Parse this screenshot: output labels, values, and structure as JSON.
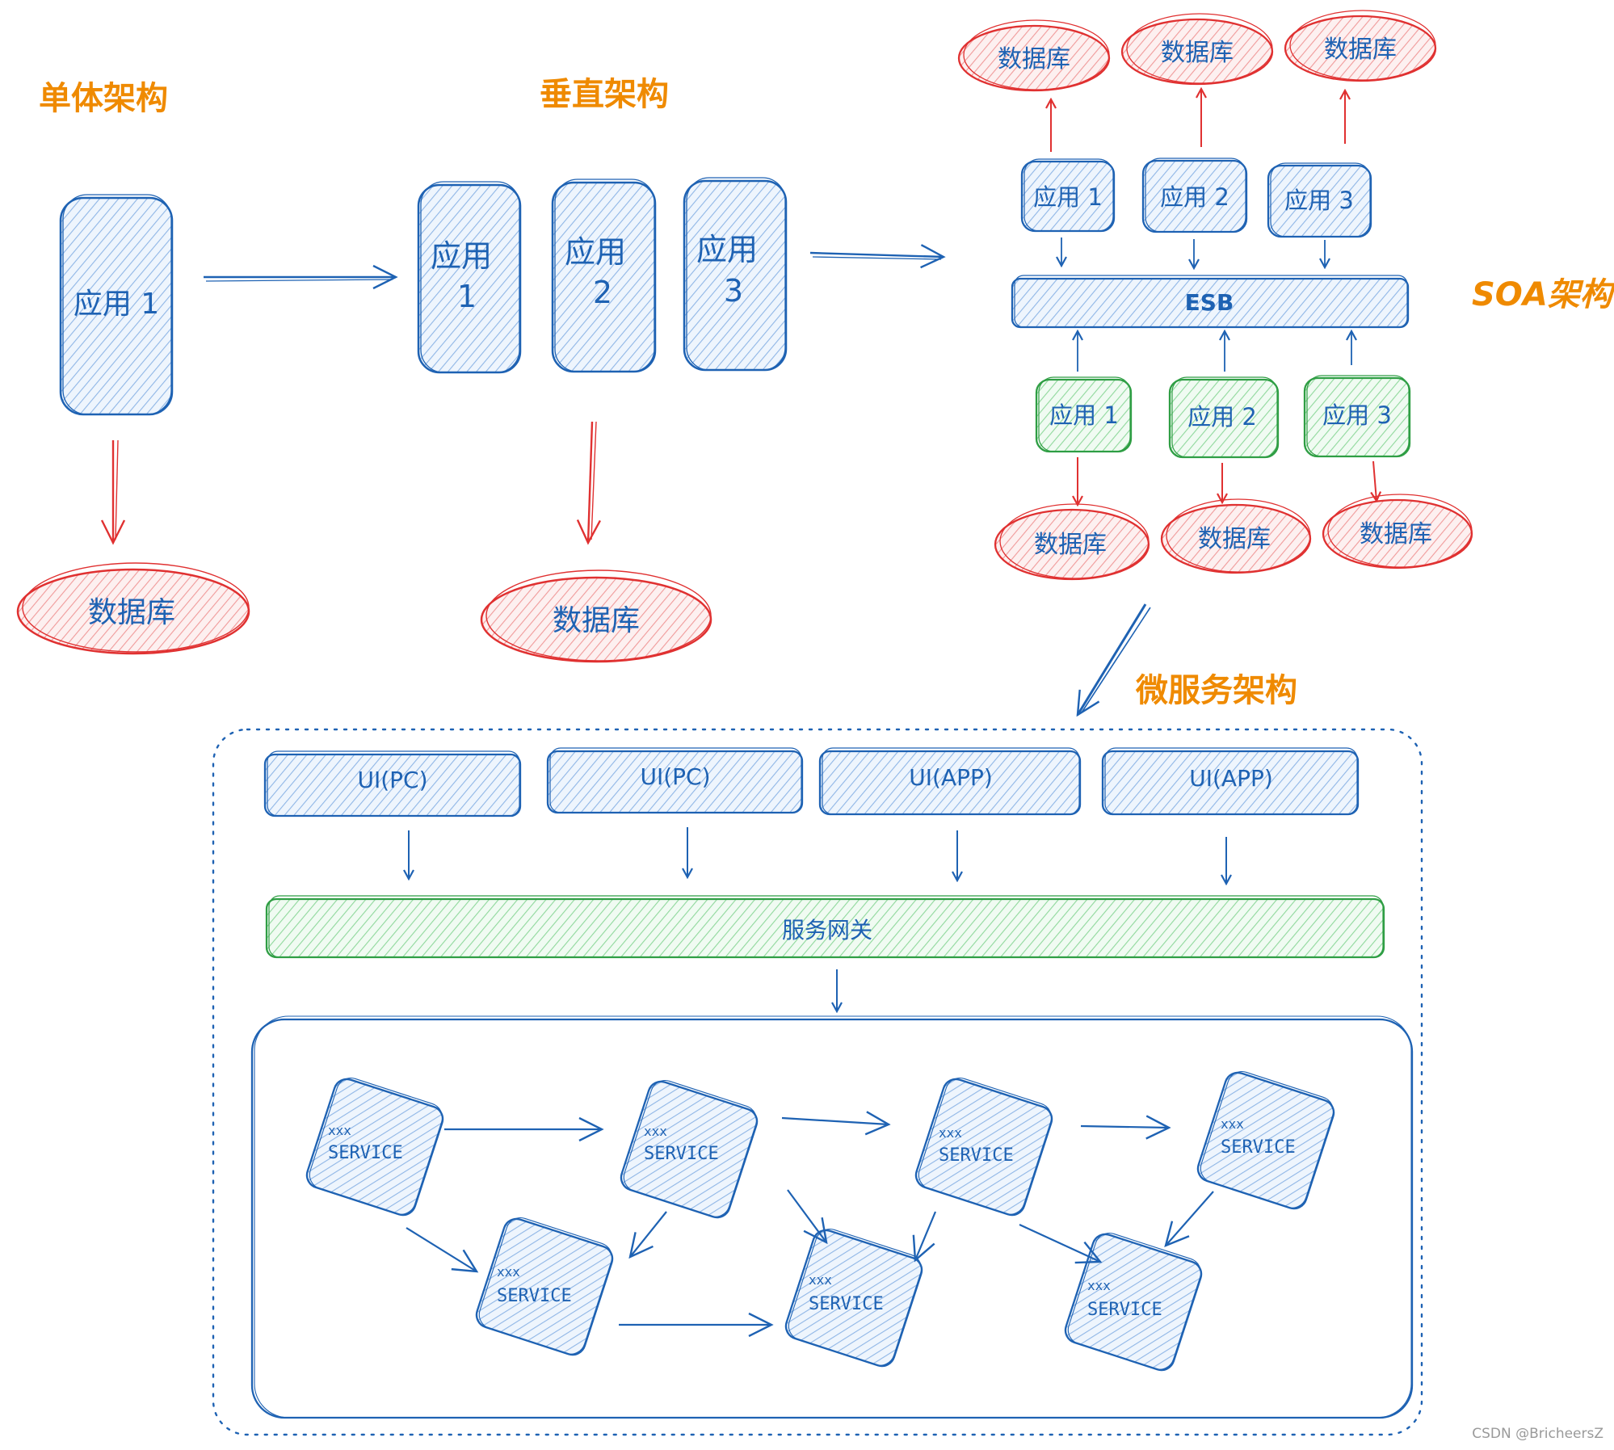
{
  "titles": {
    "monolith": "单体架构",
    "vertical": "垂直架构",
    "soa": "SOA架构",
    "microservice": "微服务架构"
  },
  "monolith": {
    "app": "应用 1",
    "db": "数据库"
  },
  "vertical": {
    "apps": [
      {
        "line1": "应用",
        "line2": "1"
      },
      {
        "line1": "应用",
        "line2": "2"
      },
      {
        "line1": "应用",
        "line2": "3"
      }
    ],
    "db": "数据库"
  },
  "soa": {
    "top_dbs": [
      "数据库",
      "数据库",
      "数据库"
    ],
    "top_apps": [
      "应用 1",
      "应用 2",
      "应用 3"
    ],
    "bus": "ESB",
    "bottom_apps": [
      "应用 1",
      "应用 2",
      "应用 3"
    ],
    "bottom_dbs": [
      "数据库",
      "数据库",
      "数据库"
    ]
  },
  "microservice": {
    "uis": [
      "UI(PC)",
      "UI(PC)",
      "UI(APP)",
      "UI(APP)"
    ],
    "gateway": "服务网关",
    "services": [
      {
        "line1": "xxx",
        "line2": "SERVICE"
      },
      {
        "line1": "xxx",
        "line2": "SERVICE"
      },
      {
        "line1": "xxx",
        "line2": "SERVICE"
      },
      {
        "line1": "xxx",
        "line2": "SERVICE"
      },
      {
        "line1": "xxx",
        "line2": "SERVICE"
      },
      {
        "line1": "xxx",
        "line2": "SERVICE"
      },
      {
        "line1": "xxx",
        "line2": "SERVICE"
      }
    ]
  },
  "watermark": "CSDN @BricheersZ",
  "colors": {
    "blue": "#1e62b3",
    "blue_fill": "#a5c8ee",
    "red": "#e03131",
    "red_fill": "#f8b8b8",
    "green": "#2f9e44",
    "green_fill": "#b2f2bb",
    "orange": "#ef8a00"
  }
}
